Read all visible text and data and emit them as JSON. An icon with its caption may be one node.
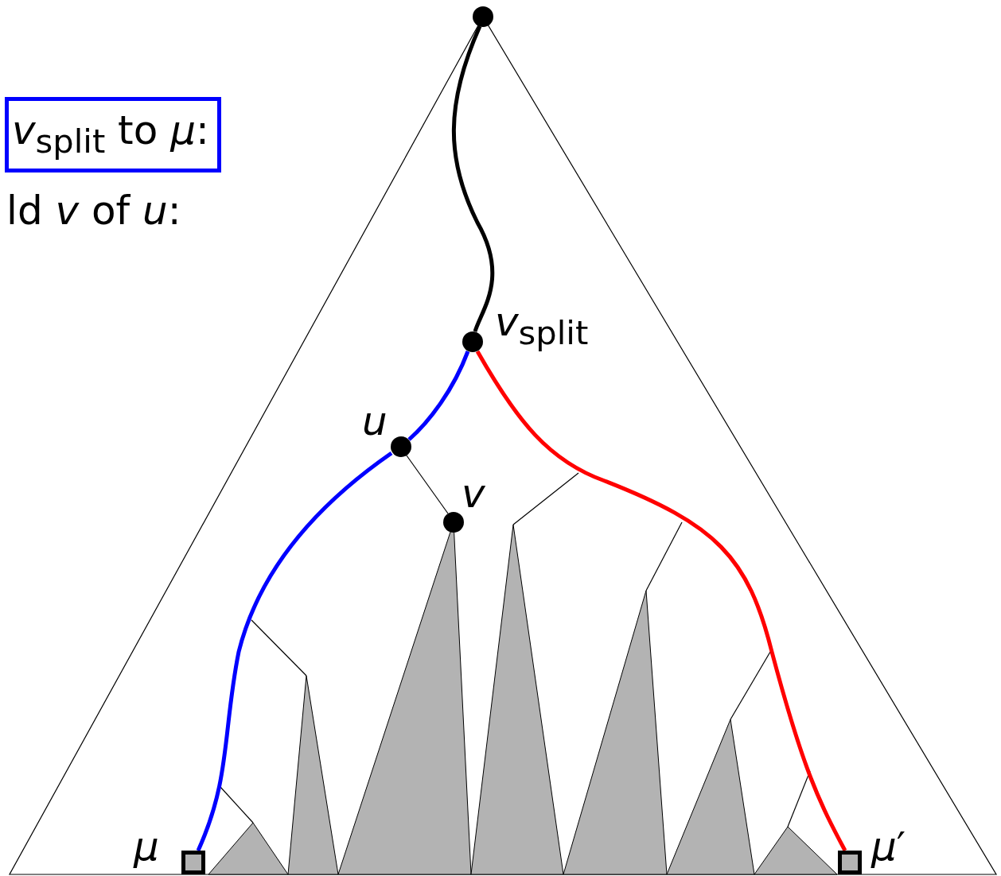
{
  "diagram": {
    "nodes": [
      {
        "text": [],
        "shape": "circle"
      },
      {
        "text": [],
        "shape": "circle",
        "beside": [
          "*v*$_{split}$"
        ]
      },
      {
        "text": [],
        "shape": "circle",
        "beside": [
          "*u*"
        ]
      },
      {
        "text": [],
        "shape": "circle",
        "beside": [
          "*v*"
        ]
      },
      {
        "text": [],
        "shape": "box",
        "beside": [
          "*μ*"
        ]
      },
      {
        "text": [],
        "shape": "box",
        "beside": [
          "*μ*′"
        ]
      },
      {
        "text": [
          "*v*$_{split}$ to *μ*:"
        ]
      }
    ],
    "edges": [
      {
        "from": 0,
        "to": 1,
        "arrow": "none",
        "color": "#000000"
      },
      {
        "from": 1,
        "to": 2,
        "arrow": "none",
        "color": "#0000ff"
      },
      {
        "from": 2,
        "to": 4,
        "arrow": "none",
        "color": "#0000ff"
      },
      {
        "from": 1,
        "to": 5,
        "arrow": "none",
        "color": "#ff0000"
      },
      {
        "from": 2,
        "to": 3,
        "arrow": "none",
        "color": "#000000"
      }
    ],
    "labels": [
      "ld *v* of *u*:"
    ]
  }
}
